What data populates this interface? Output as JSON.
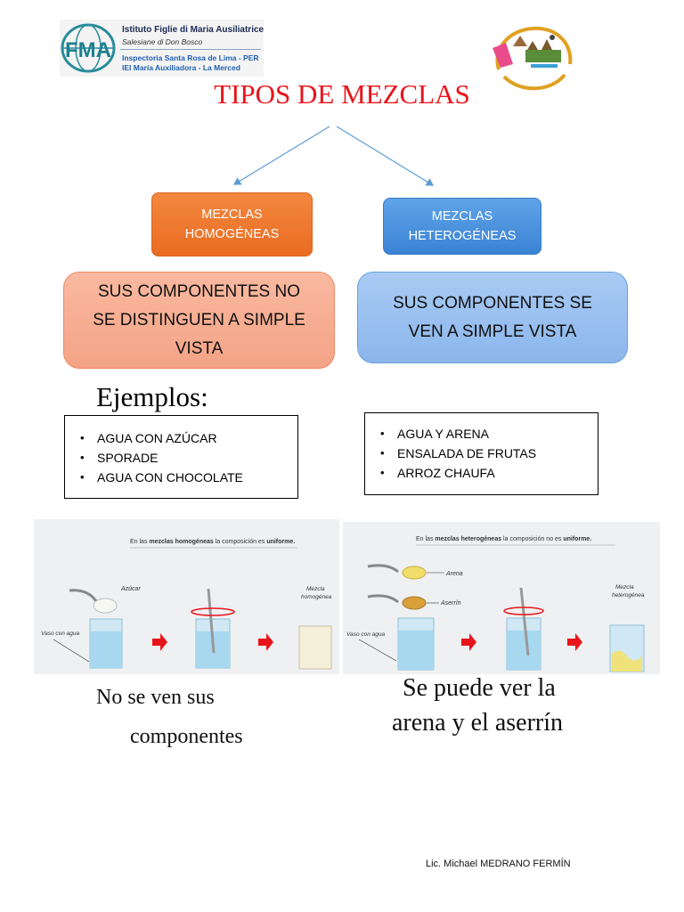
{
  "header": {
    "institution_name": "Istituto Figlie di Maria Ausiliatrice",
    "institution_sub": "Salesiane di Don Bosco",
    "inspectoria": "Inspectoria Santa Rosa de Lima - PER",
    "school": "IEI María Auxiliadora - La Merced",
    "logo_icon": "fma-logo-icon",
    "emblem_icon": "school-emblem-icon"
  },
  "title": "TIPOS DE MEZCLAS",
  "categories": {
    "homogeneous": {
      "line1": "MEZCLAS",
      "line2": "HOMOGÉNEAS",
      "color": "#ea6b22"
    },
    "heterogeneous": {
      "line1": "MEZCLAS",
      "line2": "HETEROGÉNEAS",
      "color": "#3b83d4"
    }
  },
  "descriptions": {
    "homogeneous": [
      "SUS COMPONENTES NO",
      "SE DISTINGUEN A SIMPLE",
      "VISTA"
    ],
    "heterogeneous": [
      "SUS COMPONENTES SE",
      "VEN A SIMPLE VISTA"
    ]
  },
  "examples_heading": "Ejemplos:",
  "examples": {
    "homogeneous": [
      "AGUA CON AZÚCAR",
      "SPORADE",
      "AGUA CON CHOCOLATE"
    ],
    "heterogeneous": [
      "AGUA Y ARENA",
      "ENSALADA DE FRUTAS",
      "ARROZ CHAUFA"
    ],
    "bullet": "•"
  },
  "illustrations": {
    "homogeneous": {
      "caption_pre": "En las ",
      "caption_term": "mezclas homogéneas",
      "caption_mid": " la composición es ",
      "caption_end": "uniforme.",
      "label_solute": "Azúcar",
      "label_glass": "Vaso con agua",
      "label_result_1": "Mezcla",
      "label_result_2": "homogénea"
    },
    "heterogeneous": {
      "caption_pre": "En las ",
      "caption_term": "mezclas heterogéneas",
      "caption_mid": " la composición no es ",
      "caption_end": "uniforme.",
      "label_solute_1": "Arena",
      "label_solute_2": "Aserrín",
      "label_glass": "Vaso con agua",
      "label_result_1": "Mezcla",
      "label_result_2": "heterogénea"
    }
  },
  "conclusions": {
    "homogeneous": [
      "No se ven sus",
      "componentes"
    ],
    "heterogeneous": [
      "Se puede ver la",
      "arena y el aserrín"
    ]
  },
  "author": "Lic. Michael MEDRANO FERMÍN",
  "colors": {
    "title": "#e8141b",
    "arrow": "#5b9bd5",
    "step_arrow": "#e8141b"
  }
}
